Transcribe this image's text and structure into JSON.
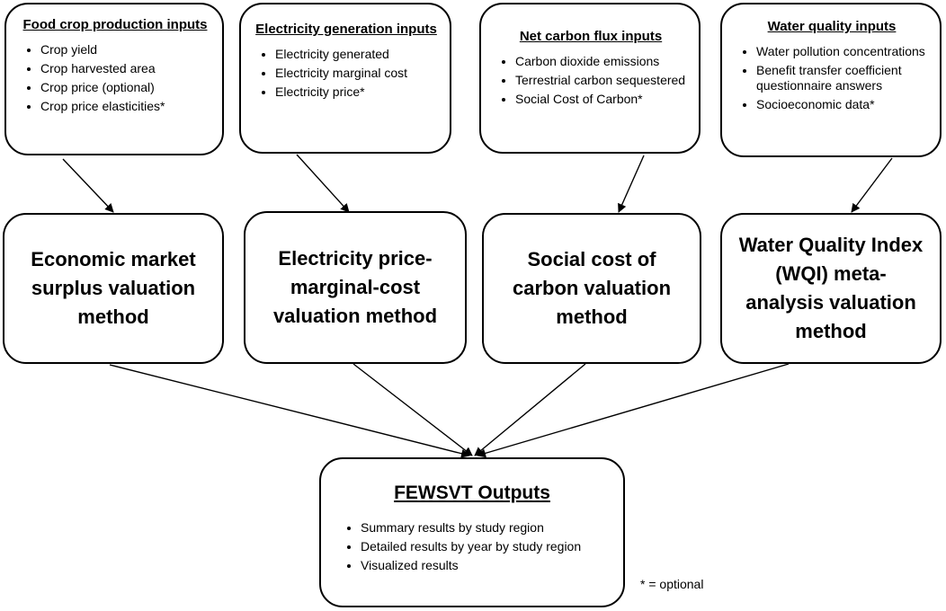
{
  "inputs": [
    {
      "title": "Food crop production inputs",
      "items": [
        "Crop yield",
        "Crop harvested area",
        "Crop price (optional)",
        "Crop price elasticities*"
      ]
    },
    {
      "title": "Electricity generation inputs",
      "items": [
        "Electricity generated",
        "Electricity marginal cost",
        "Electricity price*"
      ]
    },
    {
      "title": "Net carbon flux inputs",
      "items": [
        "Carbon dioxide emissions",
        "Terrestrial carbon sequestered",
        "Social Cost of Carbon*"
      ]
    },
    {
      "title": "Water quality inputs",
      "items": [
        "Water pollution concentrations",
        "Benefit transfer coefficient questionnaire answers",
        "Socioeconomic data*"
      ]
    }
  ],
  "methods": [
    "Economic market surplus valuation method",
    "Electricity price-marginal-cost valuation method",
    "Social cost of carbon valuation method",
    "Water Quality Index (WQI) meta-analysis valuation method"
  ],
  "outputs": {
    "title": "FEWSVT Outputs",
    "items": [
      "Summary results by study region",
      "Detailed results by year by study region",
      "Visualized results"
    ]
  },
  "note": "* =  optional"
}
